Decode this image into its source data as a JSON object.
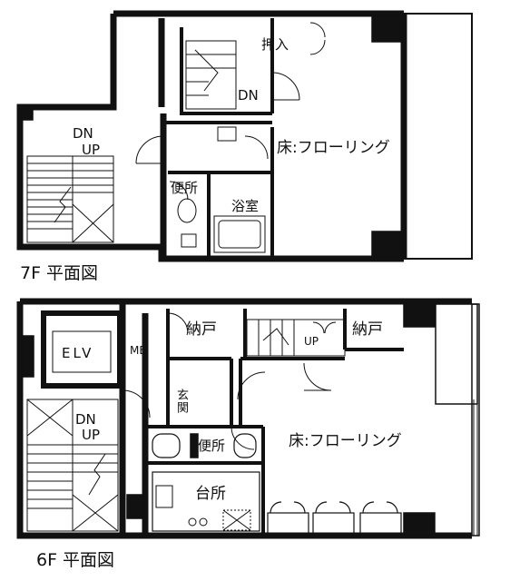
{
  "floor7": {
    "caption": "7F 平面図",
    "stair_dn": "DN",
    "stair_up": "UP",
    "oshiire": "押入",
    "inner_stair_dn": "DN",
    "floor_label": "床:フローリング",
    "toilet": "便所",
    "bath": "浴室"
  },
  "floor6": {
    "caption": "6F 平面図",
    "elevator": "ELV",
    "mb": "MB",
    "nando_left": "納戸",
    "nando_right": "納戸",
    "stair_up": "UP",
    "entrance": "玄関",
    "stair_dn": "DN",
    "stair_up2": "UP",
    "toilet": "便所",
    "floor_label": "床:フローリング",
    "kitchen": "台所"
  }
}
